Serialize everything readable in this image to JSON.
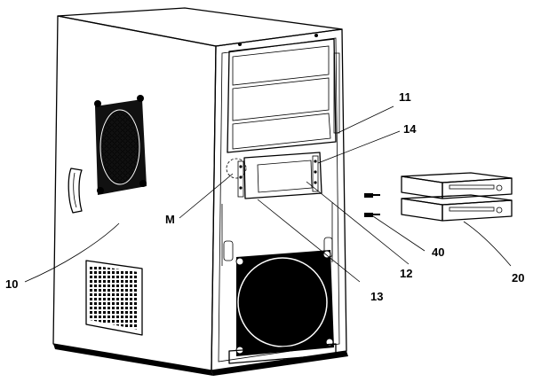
{
  "figure": {
    "labels": {
      "computer_case": "10",
      "drive_bay_cage": "11",
      "mounting_plate": "12",
      "slot_bracket": "13",
      "plate_tabs": "14",
      "optical_drives": "20",
      "screws": "40",
      "detail_circle": "M"
    },
    "colors": {
      "line": "#000000",
      "background": "#ffffff"
    }
  }
}
